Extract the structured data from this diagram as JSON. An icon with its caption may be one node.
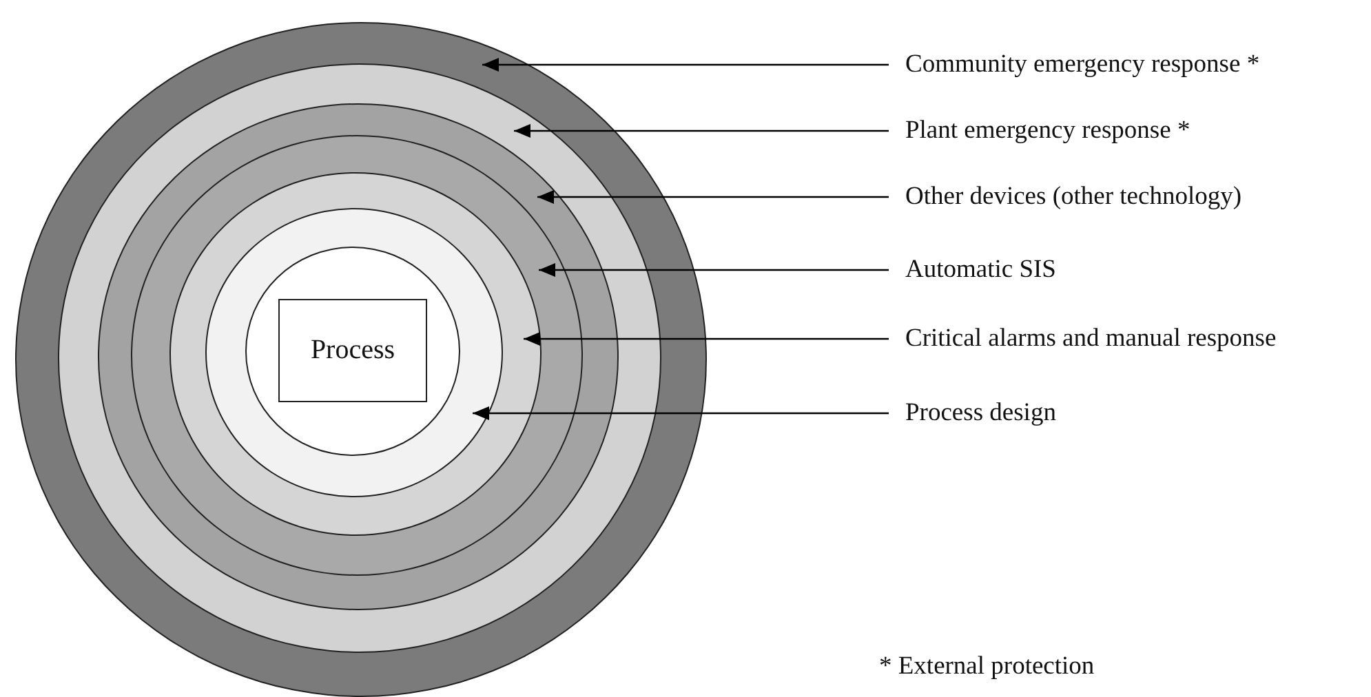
{
  "diagram": {
    "nodes": [
      {
        "text": [],
        "shape": "circle"
      },
      {
        "text": [],
        "shape": "circle",
        "in": 0
      },
      {
        "text": [],
        "shape": "circle",
        "in": 1
      },
      {
        "text": [],
        "shape": "circle",
        "in": 2
      },
      {
        "text": [],
        "shape": "circle",
        "in": 3
      },
      {
        "text": [],
        "shape": "circle",
        "in": 4
      },
      {
        "text": [],
        "shape": "circle",
        "in": 5
      },
      {
        "text": [
          "Process"
        ],
        "in": 6
      },
      {
        "text": [
          "Community emergency response *"
        ]
      },
      {
        "text": [
          "Plant emergency response *"
        ]
      },
      {
        "text": [
          "Other devices (other technology)"
        ]
      },
      {
        "text": [
          "Automatic SIS"
        ]
      },
      {
        "text": [
          "Critical alarms and manual response"
        ]
      },
      {
        "text": [
          "Process design"
        ]
      }
    ],
    "edges": [
      {
        "from": 8,
        "to": 0,
        "arrow": "to"
      },
      {
        "from": 9,
        "to": 1,
        "arrow": "to"
      },
      {
        "from": 10,
        "to": 2,
        "arrow": "to"
      },
      {
        "from": 11,
        "to": 3,
        "arrow": "to"
      },
      {
        "from": 12,
        "to": 4,
        "arrow": "to"
      },
      {
        "from": 13,
        "to": 5,
        "arrow": "to"
      }
    ],
    "labels": [
      "* External protection"
    ]
  }
}
